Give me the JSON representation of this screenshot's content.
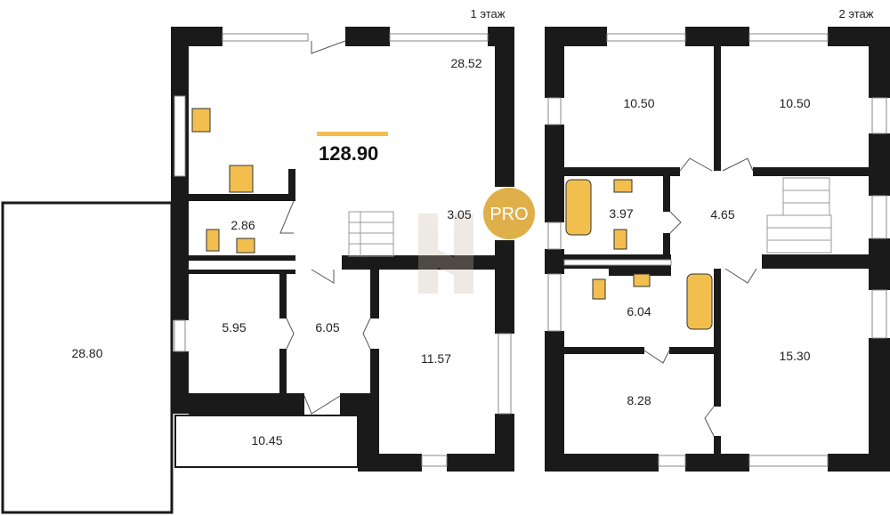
{
  "floors": {
    "first": "1 этаж",
    "second": "2 этаж"
  },
  "total_area": "128.90",
  "badge": "PRO",
  "colors": {
    "accent": "#f2bf4e",
    "badge": "#d9a22a",
    "walls": "#1a1a1a"
  },
  "rooms_floor1": [
    {
      "area": "28.52"
    },
    {
      "area": "3.05"
    },
    {
      "area": "2.86"
    },
    {
      "area": "5.95"
    },
    {
      "area": "6.05"
    },
    {
      "area": "11.57"
    },
    {
      "area": "10.45"
    },
    {
      "area": "28.80"
    }
  ],
  "rooms_floor2": [
    {
      "area": "10.50"
    },
    {
      "area": "10.50"
    },
    {
      "area": "3.97"
    },
    {
      "area": "4.65"
    },
    {
      "area": "6.04"
    },
    {
      "area": "8.28"
    },
    {
      "area": "15.30"
    }
  ]
}
